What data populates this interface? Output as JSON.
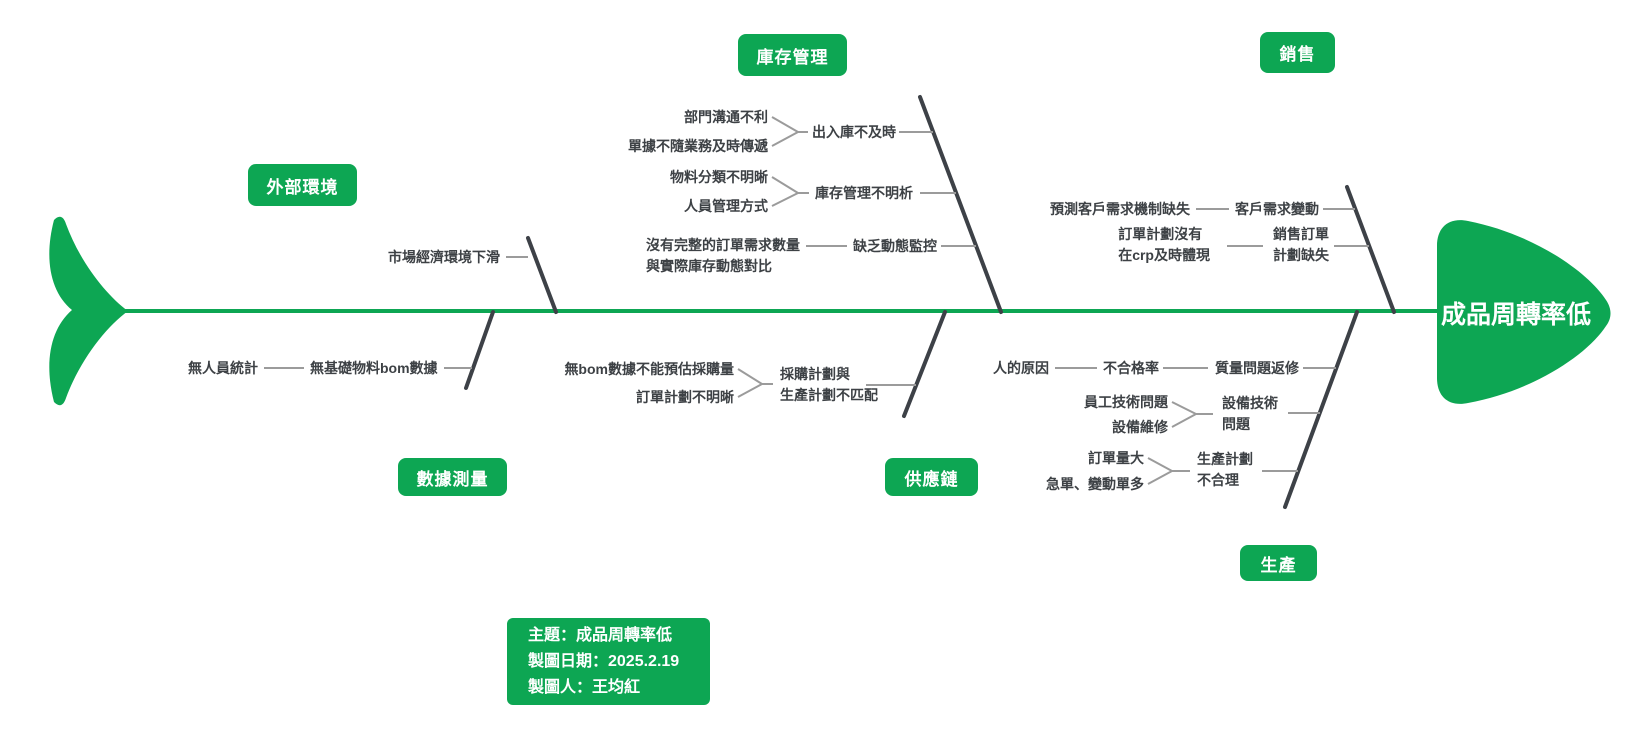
{
  "colors": {
    "green": "#0da653",
    "bone": "#3d4147",
    "connector": "#9b9b9b",
    "text": "#3d4145"
  },
  "head": {
    "label": "成品周轉率低"
  },
  "categories": {
    "external": {
      "label": "外部環境",
      "cause": "市場經濟環境下滑"
    },
    "inventory": {
      "label": "庫存管理",
      "branches": [
        {
          "mid": "出入庫不及時",
          "causes": [
            "部門溝通不利",
            "單據不隨業務及時傳遞"
          ]
        },
        {
          "mid": "庫存管理不明析",
          "causes": [
            "物料分類不明晰",
            "人員管理方式"
          ]
        },
        {
          "mid": "缺乏動態監控",
          "causes": [
            "沒有完整的訂單需求數量\n與實際庫存動態對比"
          ]
        }
      ]
    },
    "sales": {
      "label": "銷售",
      "branches": [
        {
          "mid": "客戶需求變動",
          "causes": [
            "預測客戶需求機制缺失"
          ]
        },
        {
          "mid": "銷售訂單\n計劃缺失",
          "causes": [
            "訂單計劃沒有\n在crp及時體現"
          ]
        }
      ]
    },
    "data_measure": {
      "label": "數據測量",
      "branches": [
        {
          "mid": "無基礎物料bom數據",
          "causes": [
            "無人員統計"
          ]
        }
      ]
    },
    "supply": {
      "label": "供應鏈",
      "branches": [
        {
          "mid": "採購計劃與\n生產計劃不匹配",
          "causes": [
            "無bom數據不能預估採購量",
            "訂單計劃不明晰"
          ]
        }
      ]
    },
    "production": {
      "label": "生產",
      "branches": [
        {
          "chain": [
            "人的原因",
            "不合格率",
            "質量問題返修"
          ]
        },
        {
          "mid": "設備技術\n問題",
          "causes": [
            "員工技術問題",
            "設備維修"
          ]
        },
        {
          "mid": "生產計劃\n不合理",
          "causes": [
            "訂單量大",
            "急單、變動單多"
          ]
        }
      ]
    }
  },
  "info_box": {
    "topic": "主題：成品周轉率低",
    "date": "製圖日期：2025.2.19",
    "author": "製圖人：王均紅"
  }
}
